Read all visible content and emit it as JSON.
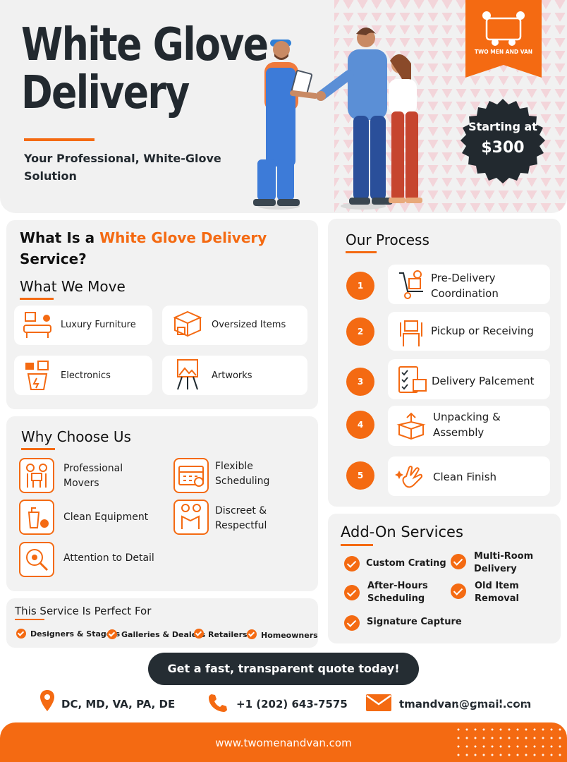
{
  "hero": {
    "title": "White Glove Delivery",
    "subtitle": "Your Professional, White-Glove Solution",
    "logo_text": "TWO MEN AND VAN",
    "price_label": "Starting at",
    "price_value": "$300"
  },
  "what_is": {
    "heading_prefix": "What Is a ",
    "heading_accent": "White Glove Delivery",
    "heading_suffix": "Service?"
  },
  "what_we_move": {
    "title": "What We Move",
    "items": [
      {
        "label": "Luxury Furniture",
        "icon": "furniture-icon"
      },
      {
        "label": "Oversized Items",
        "icon": "boxes-icon"
      },
      {
        "label": "Electronics",
        "icon": "electronics-icon"
      },
      {
        "label": "Artworks",
        "icon": "easel-icon"
      }
    ]
  },
  "why_choose": {
    "title": "Why Choose Us",
    "items": [
      {
        "label": "Professional Movers",
        "icon": "movers-icon"
      },
      {
        "label": "Flexible Scheduling",
        "icon": "calendar-icon"
      },
      {
        "label": "Clean Equipment",
        "icon": "cleaning-icon"
      },
      {
        "label": "Discreet & Respectful",
        "icon": "handshake-icon"
      },
      {
        "label": "Attention to Detail",
        "icon": "magnifier-icon"
      }
    ]
  },
  "perfect_for": {
    "title": "This Service Is Perfect For",
    "items": [
      "Designers & Stagers",
      "Galleries & Dealers",
      "Retailers",
      "Homeowners"
    ]
  },
  "process": {
    "title": "Our Process",
    "steps": [
      {
        "num": "1",
        "label": "Pre-Delivery Coordination",
        "icon": "dolly-icon"
      },
      {
        "num": "2",
        "label": "Pickup or Receiving",
        "icon": "carry-box-icon"
      },
      {
        "num": "3",
        "label": "Delivery Palcement",
        "icon": "checklist-icon"
      },
      {
        "num": "4",
        "label": "Unpacking & Assembly",
        "icon": "open-box-icon"
      },
      {
        "num": "5",
        "label": "Clean Finish",
        "icon": "clean-hand-icon"
      }
    ]
  },
  "addons": {
    "title": "Add-On Services",
    "items": [
      "Custom Crating",
      "Multi-Room Delivery",
      "After-Hours Scheduling",
      "Old Item Removal",
      "Signature Capture"
    ]
  },
  "cta": "Get a fast, transparent quote today!",
  "contact": {
    "area": "DC, MD, VA, PA, DE",
    "phone": "+1 (202) 643-7575",
    "email": "tmandvan@gmail.com"
  },
  "footer": {
    "url": "www.twomenandvan.com"
  },
  "colors": {
    "accent": "#f46a12",
    "dark": "#22292f",
    "card": "#f2f2f2"
  }
}
